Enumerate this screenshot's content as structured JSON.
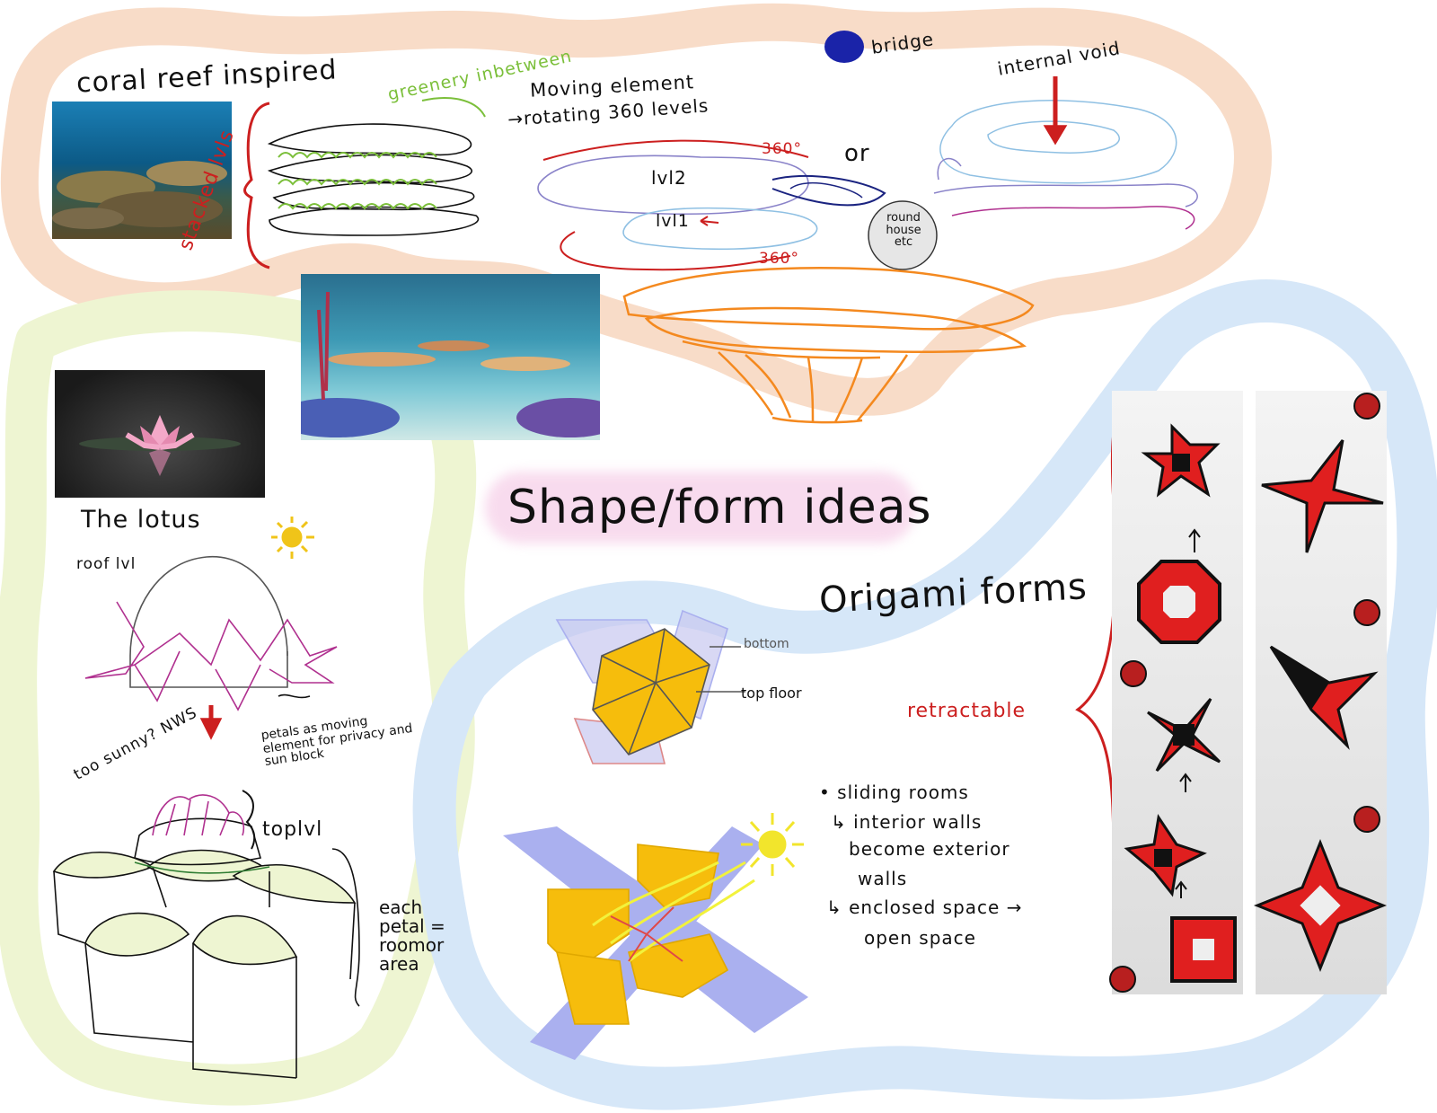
{
  "coral": {
    "title": "coral reef inspired",
    "greenery": "greenery inbetween",
    "stacked": "stacked lvls",
    "moving_line1": "Moving element",
    "moving_line2": "→rotating 360 levels",
    "lvl2": "lvl2",
    "lvl1": "lvl1",
    "deg_top": "360°",
    "deg_bottom": "360°",
    "or": "or",
    "round_house": "round house etc",
    "bridge": "bridge",
    "internal_void": "internal void"
  },
  "lotus": {
    "title": "The lotus",
    "roof": "roof lvl",
    "too_sunny": "too sunny? NWS",
    "petals_note": "petals as moving element for privacy and sun block",
    "toplvl": "toplvl",
    "each_petal": "each petal = roomor area"
  },
  "main_title": "Shape/form ideas",
  "origami": {
    "title": "Origami forms",
    "bottom": "bottom",
    "top_floor": "top floor",
    "retractable": "retractable",
    "notes": {
      "line1": "• sliding rooms",
      "line2": "↳ interior walls",
      "line3": "become exterior",
      "line4": "walls",
      "line5": "↳ enclosed space →",
      "line6": "open space"
    }
  },
  "colors": {
    "peach": "#f7d9c4",
    "lightgreen": "#eef5d4",
    "lightblue": "#d3e5f7",
    "red": "#cc1f1f",
    "orange": "#f4891f",
    "green": "#7bbf3a",
    "gold": "#f6bd0c",
    "lavender": "#aab0ef",
    "magenta": "#b0308f",
    "pink": "#f7d3ea"
  }
}
